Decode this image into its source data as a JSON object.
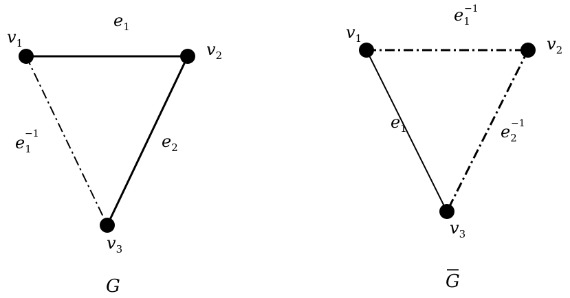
{
  "graphs": [
    {
      "name": "G",
      "vertices": [
        {
          "id": "v1",
          "base": "v",
          "sub": "1"
        },
        {
          "id": "v2",
          "base": "v",
          "sub": "2"
        },
        {
          "id": "v3",
          "base": "v",
          "sub": "3"
        }
      ],
      "edges": [
        {
          "from": "v1",
          "to": "v2",
          "style": "solid",
          "label": {
            "base": "e",
            "sub": "1",
            "sup": ""
          }
        },
        {
          "from": "v2",
          "to": "v3",
          "style": "solid",
          "label": {
            "base": "e",
            "sub": "2",
            "sup": ""
          }
        },
        {
          "from": "v1",
          "to": "v3",
          "style": "dash-dot",
          "label": {
            "base": "e",
            "sub": "1",
            "sup": "−1"
          }
        }
      ]
    },
    {
      "name": "G",
      "name_overline": true,
      "vertices": [
        {
          "id": "v1",
          "base": "v",
          "sub": "1"
        },
        {
          "id": "v2",
          "base": "v",
          "sub": "2"
        },
        {
          "id": "v3",
          "base": "v",
          "sub": "3"
        }
      ],
      "edges": [
        {
          "from": "v1",
          "to": "v2",
          "style": "dash-dot",
          "label": {
            "base": "e",
            "sub": "1",
            "sup": "−1"
          }
        },
        {
          "from": "v1",
          "to": "v3",
          "style": "solid",
          "label": {
            "base": "e",
            "sub": "1",
            "sup": ""
          }
        },
        {
          "from": "v2",
          "to": "v3",
          "style": "dash-dot",
          "label": {
            "base": "e",
            "sub": "2",
            "sup": "−1"
          }
        }
      ]
    }
  ]
}
